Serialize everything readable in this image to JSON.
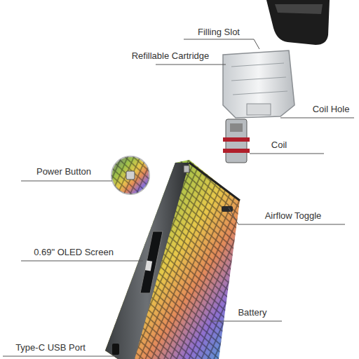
{
  "diagram": {
    "labels": [
      "Filling Slot",
      "Refillable Cartridge",
      "Coil Hole",
      "Coil",
      "Power Button",
      "Airflow Toggle",
      "0.69\" OLED Screen",
      "Battery",
      "Type-C USB Port"
    ]
  }
}
